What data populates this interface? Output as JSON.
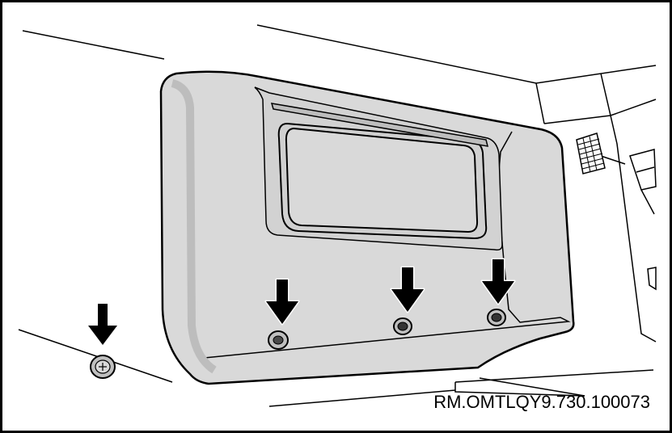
{
  "figure": {
    "reference_code": "RM.OMTLQY9.730.100073",
    "colors": {
      "panel_fill": "#d9d9d9",
      "panel_shadow": "#bdbdbd",
      "window_fill": "#cfcfcf",
      "outline": "#000000",
      "background": "#ffffff"
    },
    "callouts": [
      {
        "label": "arrow-1",
        "icon": "arrow-down-icon"
      },
      {
        "label": "arrow-2",
        "icon": "arrow-down-icon"
      },
      {
        "label": "arrow-3",
        "icon": "arrow-down-icon"
      },
      {
        "label": "arrow-4",
        "icon": "arrow-down-icon"
      }
    ],
    "fasteners": [
      {
        "label": "removed-clip",
        "icon": "clip-icon"
      },
      {
        "label": "clip-1",
        "icon": "clip-icon"
      },
      {
        "label": "clip-2",
        "icon": "clip-icon"
      },
      {
        "label": "clip-3",
        "icon": "clip-icon"
      }
    ]
  }
}
